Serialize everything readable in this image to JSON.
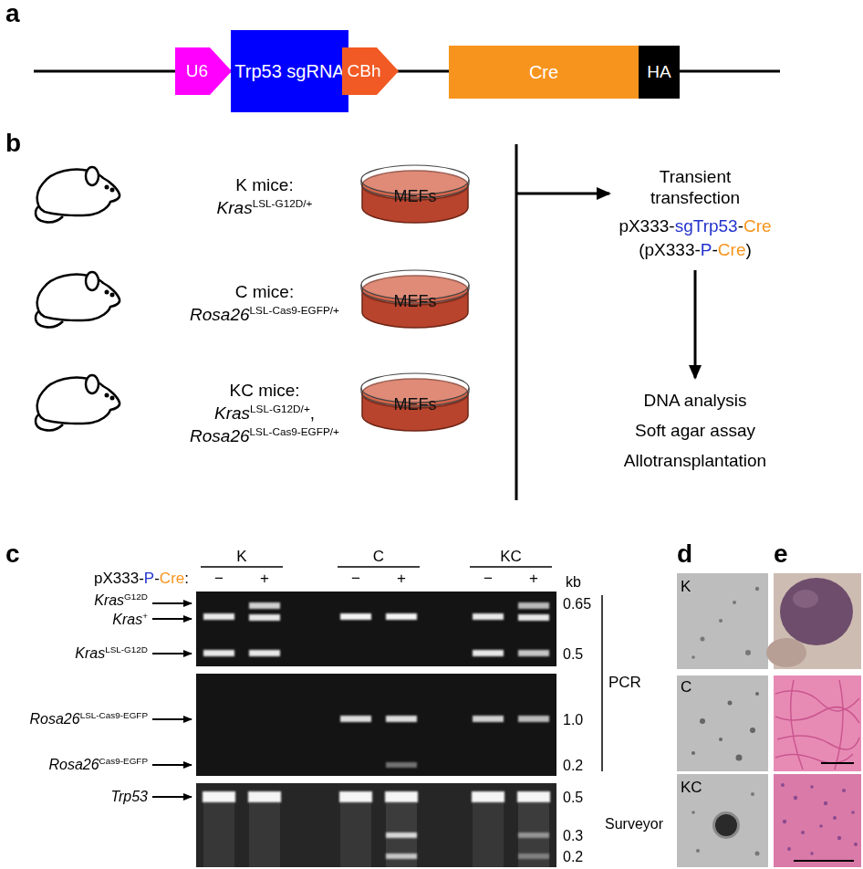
{
  "diagram": {
    "nodes": [
      {
        "text": [
          "U6"
        ]
      },
      {
        "text": [
          "Trp53 sgRNA"
        ]
      },
      {
        "text": [
          "CBh"
        ]
      },
      {
        "text": [
          "Cre"
        ]
      },
      {
        "text": [
          "HA"
        ]
      },
      {
        "text": [
          "MEFs"
        ]
      },
      {
        "text": [
          "MEFs"
        ]
      },
      {
        "text": [
          "MEFs"
        ]
      }
    ],
    "labels": [
      "a",
      "b",
      "K mice:",
      "Kras",
      "LSL-G12D/+",
      "C mice:",
      "Rosa26",
      "LSL-Cas9-EGFP/+",
      "KC mice:",
      "Kras",
      "LSL-G12D/+",
      ",",
      "Rosa26",
      "LSL-Cas9-EGFP/+",
      "Transient transfection",
      "pX333-",
      "sgTrp53",
      "-",
      "Cre",
      "(pX333-",
      "P",
      "-",
      "Cre",
      ")",
      "DNA analysis",
      "Soft agar assay",
      "Allotransplantation",
      "c",
      "pX333-",
      "P",
      "-",
      "Cre",
      ":",
      "K",
      "C",
      "KC",
      "−",
      "+",
      "−",
      "+",
      "−",
      "+",
      "Kras",
      "G12D",
      "Kras",
      "+",
      "Kras",
      "LSL-G12D",
      "Rosa26",
      "LSL-Cas9-EGFP",
      "Rosa26",
      "Cas9-EGFP",
      "Trp53",
      "kb",
      "0.65",
      "0.5",
      "1.0",
      "0.2",
      "0.5",
      "0.3",
      "0.2",
      "PCR",
      "Surveyor",
      "d",
      "e",
      "K",
      "C",
      "KC"
    ]
  }
}
